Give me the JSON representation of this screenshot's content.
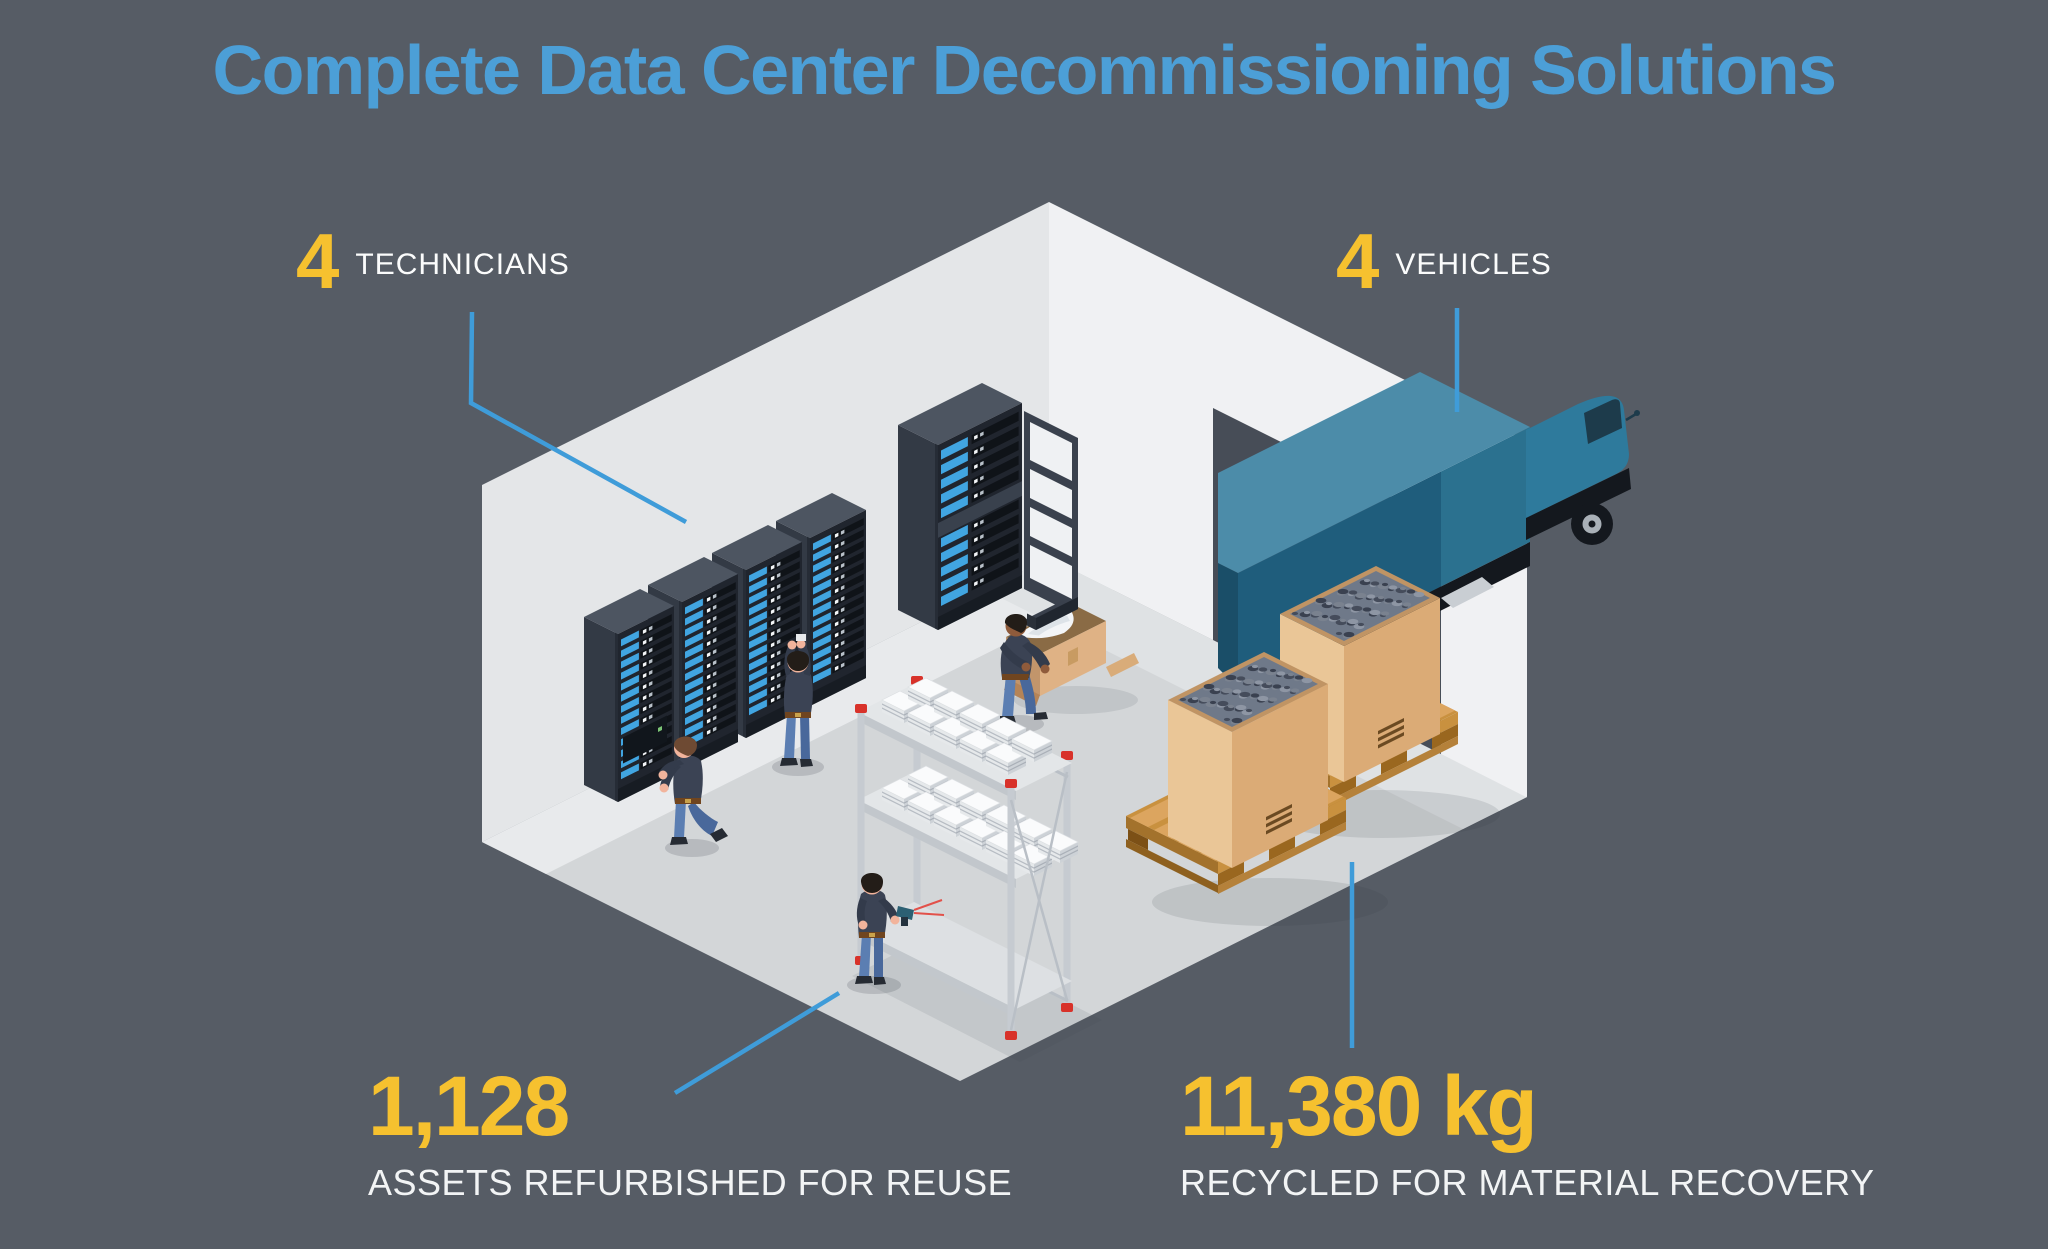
{
  "title": "Complete Data Center Decommissioning Solutions",
  "palette": {
    "background": "#565C65",
    "title_blue": "#4C9FD7",
    "accent_yellow": "#F6C12F",
    "connector_blue": "#3F9CD9",
    "text_white": "#FBFCFC",
    "floor_gray": "#D3D6D8",
    "wall_left": "#E4E6E8",
    "wall_right": "#F0F1F3",
    "rack_blue_led": "#41A5E1",
    "truck_teal": "#2B718F",
    "cardboard_tan": "#DBAB76",
    "pallet_wood": "#C9913F",
    "shelf_cap_red": "#D8322A"
  },
  "stats": {
    "technicians": {
      "value": "4",
      "label": "TECHNICIANS"
    },
    "vehicles": {
      "value": "4",
      "label": "VEHICLES"
    },
    "assets_refurbished": {
      "value": "1,128",
      "label": "ASSETS REFURBISHED FOR REUSE"
    },
    "material_recycled": {
      "value": "11,380 kg",
      "label": "RECYCLED FOR MATERIAL RECOVERY"
    }
  },
  "scene": {
    "objects": [
      "isometric-room",
      "server-rack-row",
      "open-server-rack",
      "rack-door",
      "packing-box",
      "asset-shelving",
      "recycling-gaylord-boxes",
      "wood-pallets",
      "box-truck",
      "loading-dock-doorway",
      "technician-figures",
      "connector-lines"
    ]
  }
}
